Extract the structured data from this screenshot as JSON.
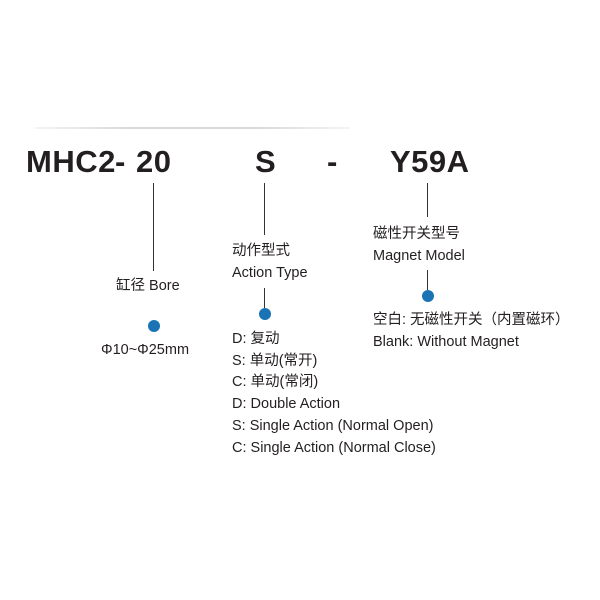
{
  "accent_color": "#1a73b5",
  "model_code": {
    "prefix": "MHC2",
    "dash1": "-",
    "bore": "20",
    "action": "S",
    "dash2": "-",
    "magnet": "Y59A"
  },
  "bore": {
    "label": "缸径 Bore",
    "range": "Φ10~Φ25mm"
  },
  "action_type": {
    "label_cn": "动作型式",
    "label_en": "Action Type",
    "options": [
      "D: 复动",
      "S: 单动(常开)",
      "C: 单动(常闭)",
      "D: Double Action",
      "S: Single Action (Normal Open)",
      "C: Single Action (Normal Close)"
    ]
  },
  "magnet_model": {
    "label_cn": "磁性开关型号",
    "label_en": "Magnet Model",
    "blank_cn": "空白: 无磁性开关（内置磁环）",
    "blank_en": "Blank: Without Magnet"
  }
}
